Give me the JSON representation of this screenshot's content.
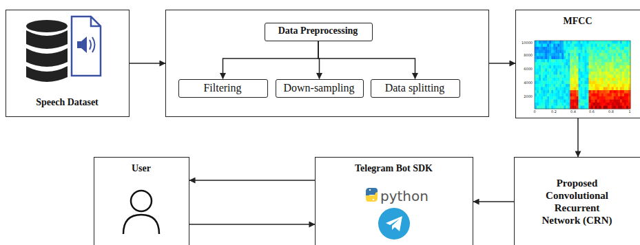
{
  "diagram": {
    "nodes": [
      {
        "text": [
          "Speech Dataset"
        ]
      },
      {
        "text": []
      },
      {
        "text": [
          "Data Preprocessing"
        ],
        "in": 1
      },
      {
        "text": [
          "Filtering"
        ],
        "in": 1
      },
      {
        "text": [
          "Down-sampling"
        ],
        "in": 1
      },
      {
        "text": [
          "Data splitting"
        ],
        "in": 1
      },
      {
        "text": [
          "MFCC"
        ]
      },
      {
        "text": [
          "Proposed Convolutional Recurrent Network (CRN)"
        ]
      },
      {
        "text": [
          "Telegram Bot SDK",
          "python"
        ]
      },
      {
        "text": [
          "User"
        ]
      }
    ],
    "edges": [
      {
        "from": 0,
        "to": 1,
        "arrow": "to"
      },
      {
        "from": 2,
        "to": 3,
        "arrow": "to"
      },
      {
        "from": 2,
        "to": 4,
        "arrow": "to"
      },
      {
        "from": 2,
        "to": 5,
        "arrow": "to"
      },
      {
        "from": 1,
        "to": 6,
        "arrow": "to"
      },
      {
        "from": 6,
        "to": 7,
        "arrow": "to"
      },
      {
        "from": 7,
        "to": 8,
        "arrow": "to"
      },
      {
        "from": 8,
        "to": 9,
        "arrow": "to"
      },
      {
        "from": 9,
        "to": 8,
        "arrow": "to"
      }
    ],
    "labels": [
      "10000",
      "8000",
      "6000",
      "4000",
      "2000",
      "0",
      "0.2",
      "0.4",
      "0.6",
      "0.8",
      "1"
    ]
  }
}
